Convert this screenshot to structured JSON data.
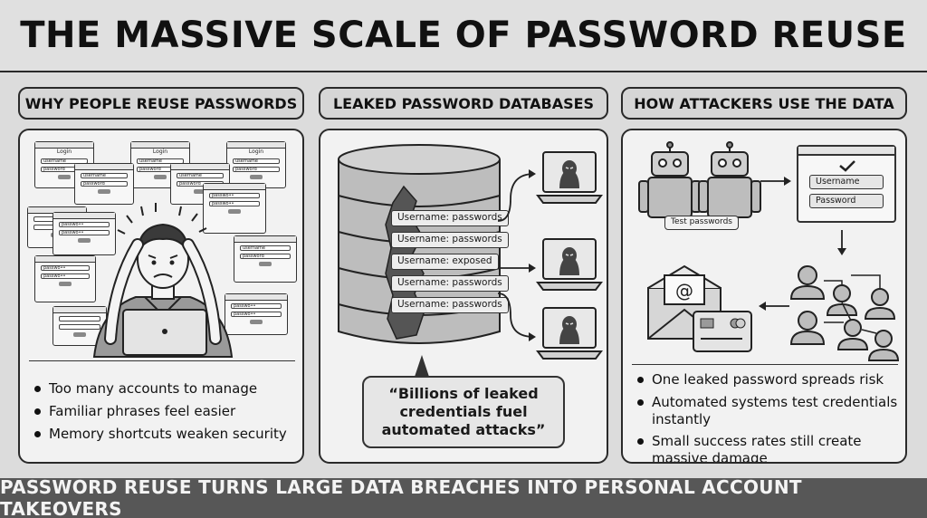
{
  "title": "THE MASSIVE SCALE OF PASSWORD REUSE",
  "panels": [
    {
      "heading": "WHY PEOPLE REUSE PASSWORDS",
      "bullets": [
        "Too many accounts to manage",
        "Familiar phrases feel easier",
        "Memory shortcuts weaken security"
      ]
    },
    {
      "heading": "LEAKED PASSWORD DATABASES",
      "leaks": [
        "Username: passwords",
        "Username: passwords",
        "Username: exposed",
        "Username: passwords",
        "Username: passwords"
      ],
      "quote": "“Billions of leaked credentials fuel automated attacks”"
    },
    {
      "heading": "HOW ATTACKERS USE THE DATA",
      "bot_label": "Test passwords",
      "form_fields": [
        "Username",
        "Password"
      ],
      "bullets": [
        "One leaked password spreads risk",
        "Automated systems test credentials instantly",
        "Small success rates still create massive damage"
      ]
    }
  ],
  "login_windows": {
    "title": "Login",
    "field_labels": [
      "username",
      "password",
      "passwo••"
    ]
  },
  "footer": "PASSWORD REUSE TURNS LARGE DATA BREACHES INTO PERSONAL ACCOUNT TAKEOVERS",
  "icons": [
    "login-window-icon",
    "stressed-person-icon",
    "laptop-icon",
    "database-cylinder-icon",
    "hacker-laptop-icon",
    "robot-icon",
    "checkmark-icon",
    "people-network-icon",
    "envelope-icon",
    "at-sign-icon",
    "credit-card-icon",
    "arrow-icon"
  ]
}
